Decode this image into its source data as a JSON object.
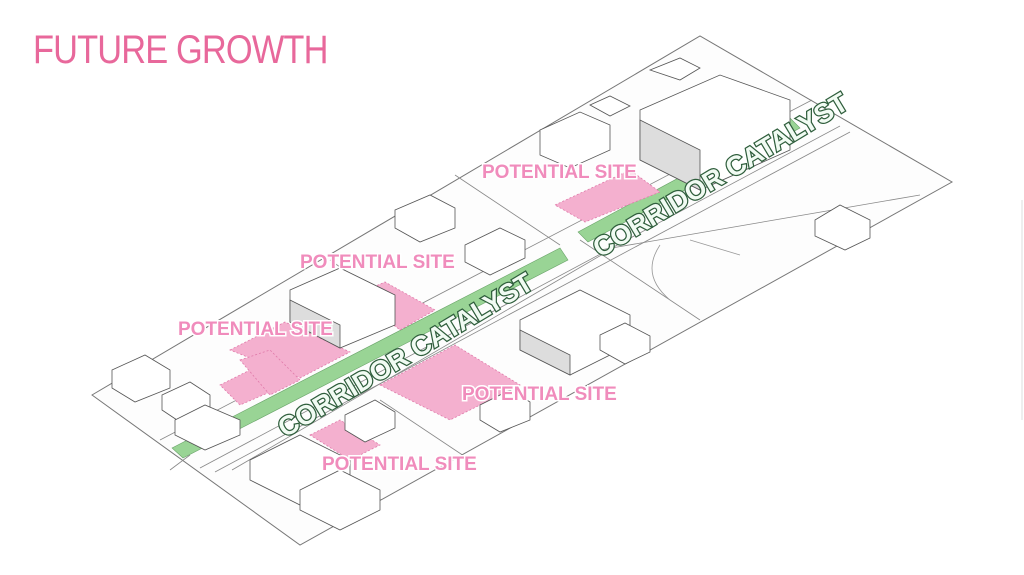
{
  "title": "FUTURE GROWTH",
  "labels": {
    "potential_sites": [
      "POTENTIAL SITE",
      "POTENTIAL SITE",
      "POTENTIAL SITE",
      "POTENTIAL SITE",
      "POTENTIAL SITE"
    ],
    "corridor": [
      "CORRIDOR CATALYST",
      "CORRIDOR CATALYST"
    ]
  },
  "colors": {
    "title": "#e8689b",
    "site": "#f4b0cf",
    "corridor": "#8fd08a",
    "corridor_outline": "#2f5e3c"
  }
}
